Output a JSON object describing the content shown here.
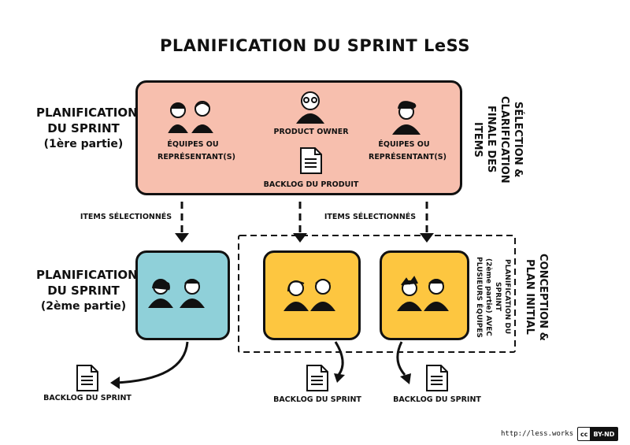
{
  "title": "PLANIFICATION DU SPRINT LeSS",
  "part1": {
    "label_line1": "PLANIFICATION",
    "label_line2": "DU SPRINT",
    "label_line3": "(1ère partie)",
    "teams_left": "ÉQUIPES OU REPRÉSENTANT(S)",
    "product_owner": "PRODUCT OWNER",
    "product_backlog": "BACKLOG DU PRODUIT",
    "teams_right": "ÉQUIPES OU REPRÉSENTANT(S)",
    "side_label_line1": "SÉLECTION &",
    "side_label_line2": "CLARIFICATION",
    "side_label_line3": "FINALE DES ITEMS"
  },
  "arrows": {
    "selected_left": "ITEMS SÉLECTIONNÉS",
    "selected_right": "ITEMS SÉLECTIONNÉS"
  },
  "part2": {
    "label_line1": "PLANIFICATION",
    "label_line2": "DU SPRINT",
    "label_line3": "(2ème partie)",
    "multi_line1": "PLANIFICATION DU SPRINT",
    "multi_line2": "(2ème partie) AVEC",
    "multi_line3": "PLUSIEURS ÉQUIPES",
    "side_label_line1": "CONCEPTION &",
    "side_label_line2": "PLAN INITIAL"
  },
  "sprint_backlogs": [
    "BACKLOG DU SPRINT",
    "BACKLOG DU SPRINT",
    "BACKLOG DU SPRINT"
  ],
  "footer": {
    "url": "http://less.works",
    "license_cc": "cc",
    "license": "BY-ND"
  },
  "colors": {
    "part1_fill": "#f7bfae",
    "single_team_fill": "#8fd0d9",
    "multi_team_fill": "#fdc640"
  }
}
